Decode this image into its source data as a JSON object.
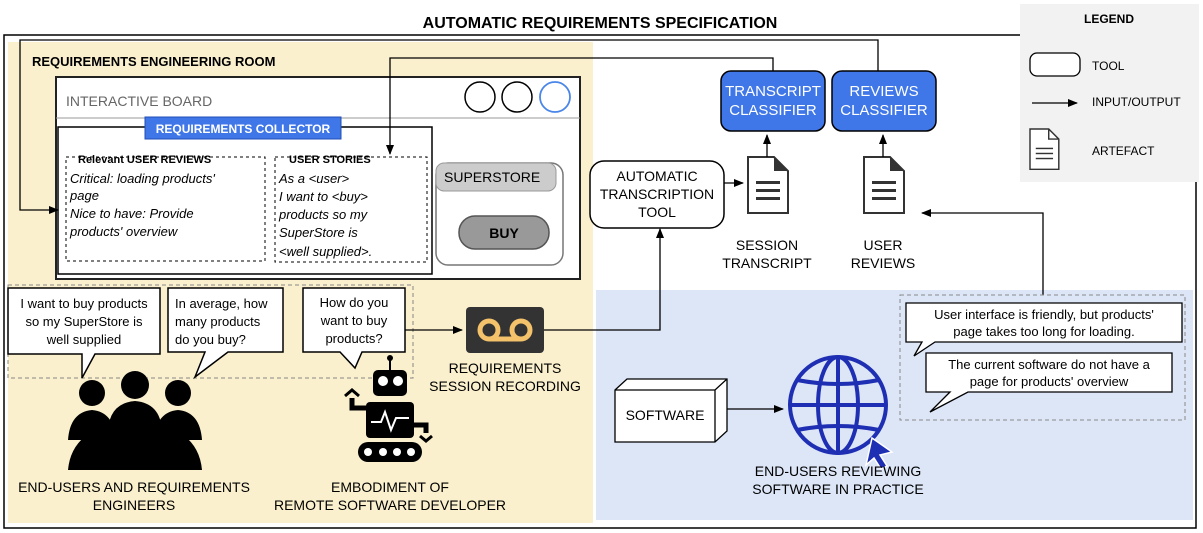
{
  "title": "AUTOMATIC REQUIREMENTS SPECIFICATION",
  "room": {
    "title": "REQUIREMENTS ENGINEERING ROOM",
    "board": "INTERACTIVE BOARD",
    "collector": "REQUIREMENTS COLLECTOR",
    "reviews_title": "Relevant USER REVIEWS",
    "reviews_lines": [
      "Critical: loading products'",
      "page",
      "Nice to have: Provide",
      "products' overview"
    ],
    "stories_title": "USER STORIES",
    "stories_lines": [
      "As a <user>",
      "I want to <buy>",
      "products so my",
      "SuperStore is",
      "<well supplied>."
    ],
    "superstore": "SUPERSTORE",
    "buy": "BUY"
  },
  "speech": {
    "user": [
      "I want to buy products",
      "so my SuperStore is",
      "well supplied"
    ],
    "engineer": [
      "In average, how",
      "many products",
      "do you buy?"
    ],
    "robot": [
      "How do you",
      "want to buy",
      "products?"
    ]
  },
  "actors": {
    "people": [
      "END-USERS AND REQUIREMENTS",
      "ENGINEERS"
    ],
    "robot": [
      "EMBODIMENT OF",
      "REMOTE SOFTWARE DEVELOPER"
    ]
  },
  "pipeline": {
    "recording": [
      "REQUIREMENTS",
      "SESSION RECORDING"
    ],
    "transcription_tool": [
      "AUTOMATIC",
      "TRANSCRIPTION",
      "TOOL"
    ],
    "transcript_classifier": [
      "TRANSCRIPT",
      "CLASSIFIER"
    ],
    "reviews_classifier": [
      "REVIEWS",
      "CLASSIFIER"
    ],
    "session_transcript": [
      "SESSION",
      "TRANSCRIPT"
    ],
    "user_reviews": [
      "USER",
      "REVIEWS"
    ]
  },
  "practice": {
    "software": "SOFTWARE",
    "review1": [
      "User interface is friendly, but products'",
      "page takes too long for loading."
    ],
    "review2": [
      "The current software do not have a",
      "page for products' overview"
    ],
    "label": [
      "END-USERS REVIEWING",
      "SOFTWARE IN PRACTICE"
    ]
  },
  "legend": {
    "title": "LEGEND",
    "items": [
      "TOOL",
      "INPUT/OUTPUT",
      "ARTEFACT"
    ]
  },
  "colors": {
    "room_bg": "#faf0cd",
    "practice_bg": "#dce6f7",
    "accent_blue": "#3f76e8",
    "legend_bg": "#f2f2f2"
  }
}
